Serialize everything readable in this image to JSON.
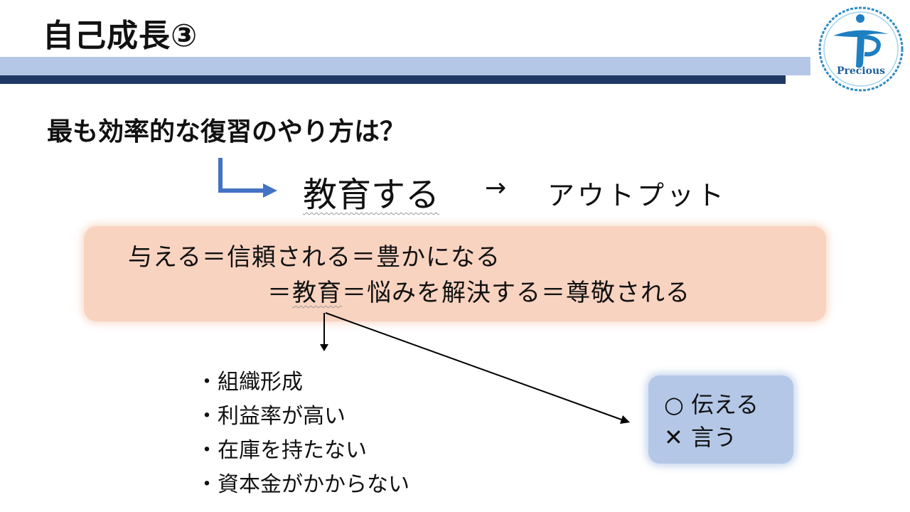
{
  "slide": {
    "title": "自己成長③",
    "question": "最も効率的な復習のやり方は？"
  },
  "logo": {
    "text": "Precious"
  },
  "flow": {
    "education": "教育する",
    "arrow": "→",
    "output": "アウトプット"
  },
  "equation": {
    "line1": "与える＝信頼される＝豊かになる",
    "line2_prefix": "＝",
    "line2_edu": "教育",
    "line2_rest": "＝悩みを解決する＝尊敬される"
  },
  "bullets": [
    "・組織形成",
    "・利益率が高い",
    "・在庫を持たない",
    "・資本金がかからない"
  ],
  "comparison": {
    "good_mark": "○",
    "good_text": "伝える",
    "bad_mark": "✕",
    "bad_text": "言う"
  },
  "colors": {
    "band_light": "#b4c7e7",
    "band_dark": "#203864",
    "orange_box": "#f8d3c0",
    "blue_box": "#b4c7e7",
    "elbow_arrow": "#4472c4"
  }
}
